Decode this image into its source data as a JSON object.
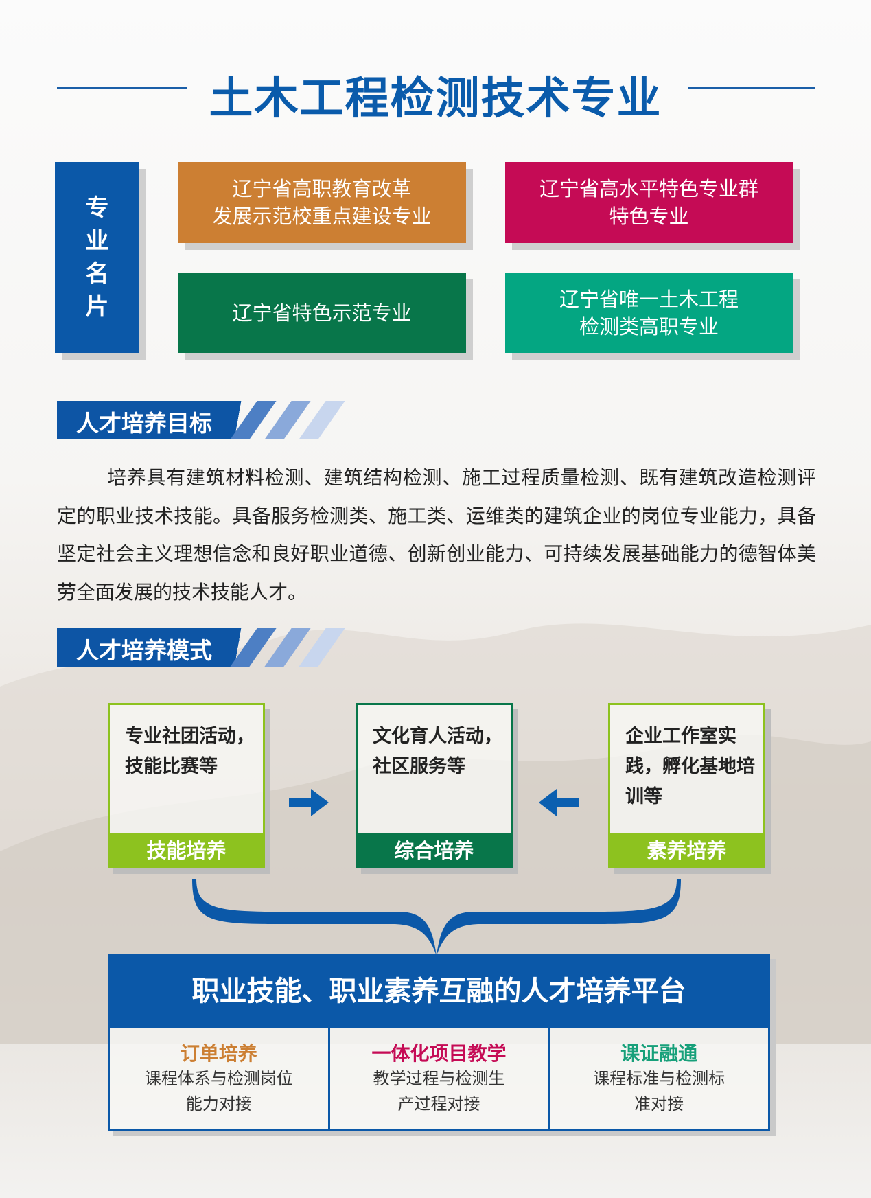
{
  "title": "土木工程检测技术专业",
  "card_label": [
    "专",
    "业",
    "名",
    "片"
  ],
  "honors": [
    {
      "lines": [
        "辽宁省高职教育改革",
        "发展示范校重点建设专业"
      ],
      "color": "#cc7f33"
    },
    {
      "lines": [
        "辽宁省高水平特色专业群",
        "特色专业"
      ],
      "color": "#c50b55"
    },
    {
      "lines": [
        "辽宁省特色示范专业"
      ],
      "color": "#08764a"
    },
    {
      "lines": [
        "辽宁省唯一土木工程",
        "检测类高职专业"
      ],
      "color": "#04a682"
    }
  ],
  "goal": {
    "heading": "人才培养目标",
    "text": "培养具有建筑材料检测、建筑结构检测、施工过程质量检测、既有建筑改造检测评定的职业技术技能。具备服务检测类、施工类、运维类的建筑企业的岗位专业能力，具备坚定社会主义理想信念和良好职业道德、创新创业能力、可持续发展基础能力的德智体美劳全面发展的技术技能人才。"
  },
  "mode": {
    "heading": "人才培养模式",
    "boxes": [
      {
        "text": "专业社团活动，技能比赛等",
        "label": "技能培养",
        "color": "#8dc21f"
      },
      {
        "text": "文化育人活动，社区服务等",
        "label": "综合培养",
        "color": "#08764a"
      },
      {
        "text": "企业工作室实践，孵化基地培训等",
        "label": "素养培养",
        "color": "#8dc21f"
      }
    ]
  },
  "platform": {
    "title": "职业技能、职业素养互融的人才培养平台",
    "cols": [
      {
        "head": "订单培养",
        "desc": [
          "课程体系与检测岗位",
          "能力对接"
        ],
        "color": "#cc7f33"
      },
      {
        "head": "一体化项目教学",
        "desc": [
          "教学过程与检测生",
          "产过程对接"
        ],
        "color": "#c50b55"
      },
      {
        "head": "课证融通",
        "desc": [
          "课程标准与检测标",
          "准对接"
        ],
        "color": "#17a07a"
      }
    ]
  },
  "colors": {
    "blue": "#0b58a8"
  }
}
